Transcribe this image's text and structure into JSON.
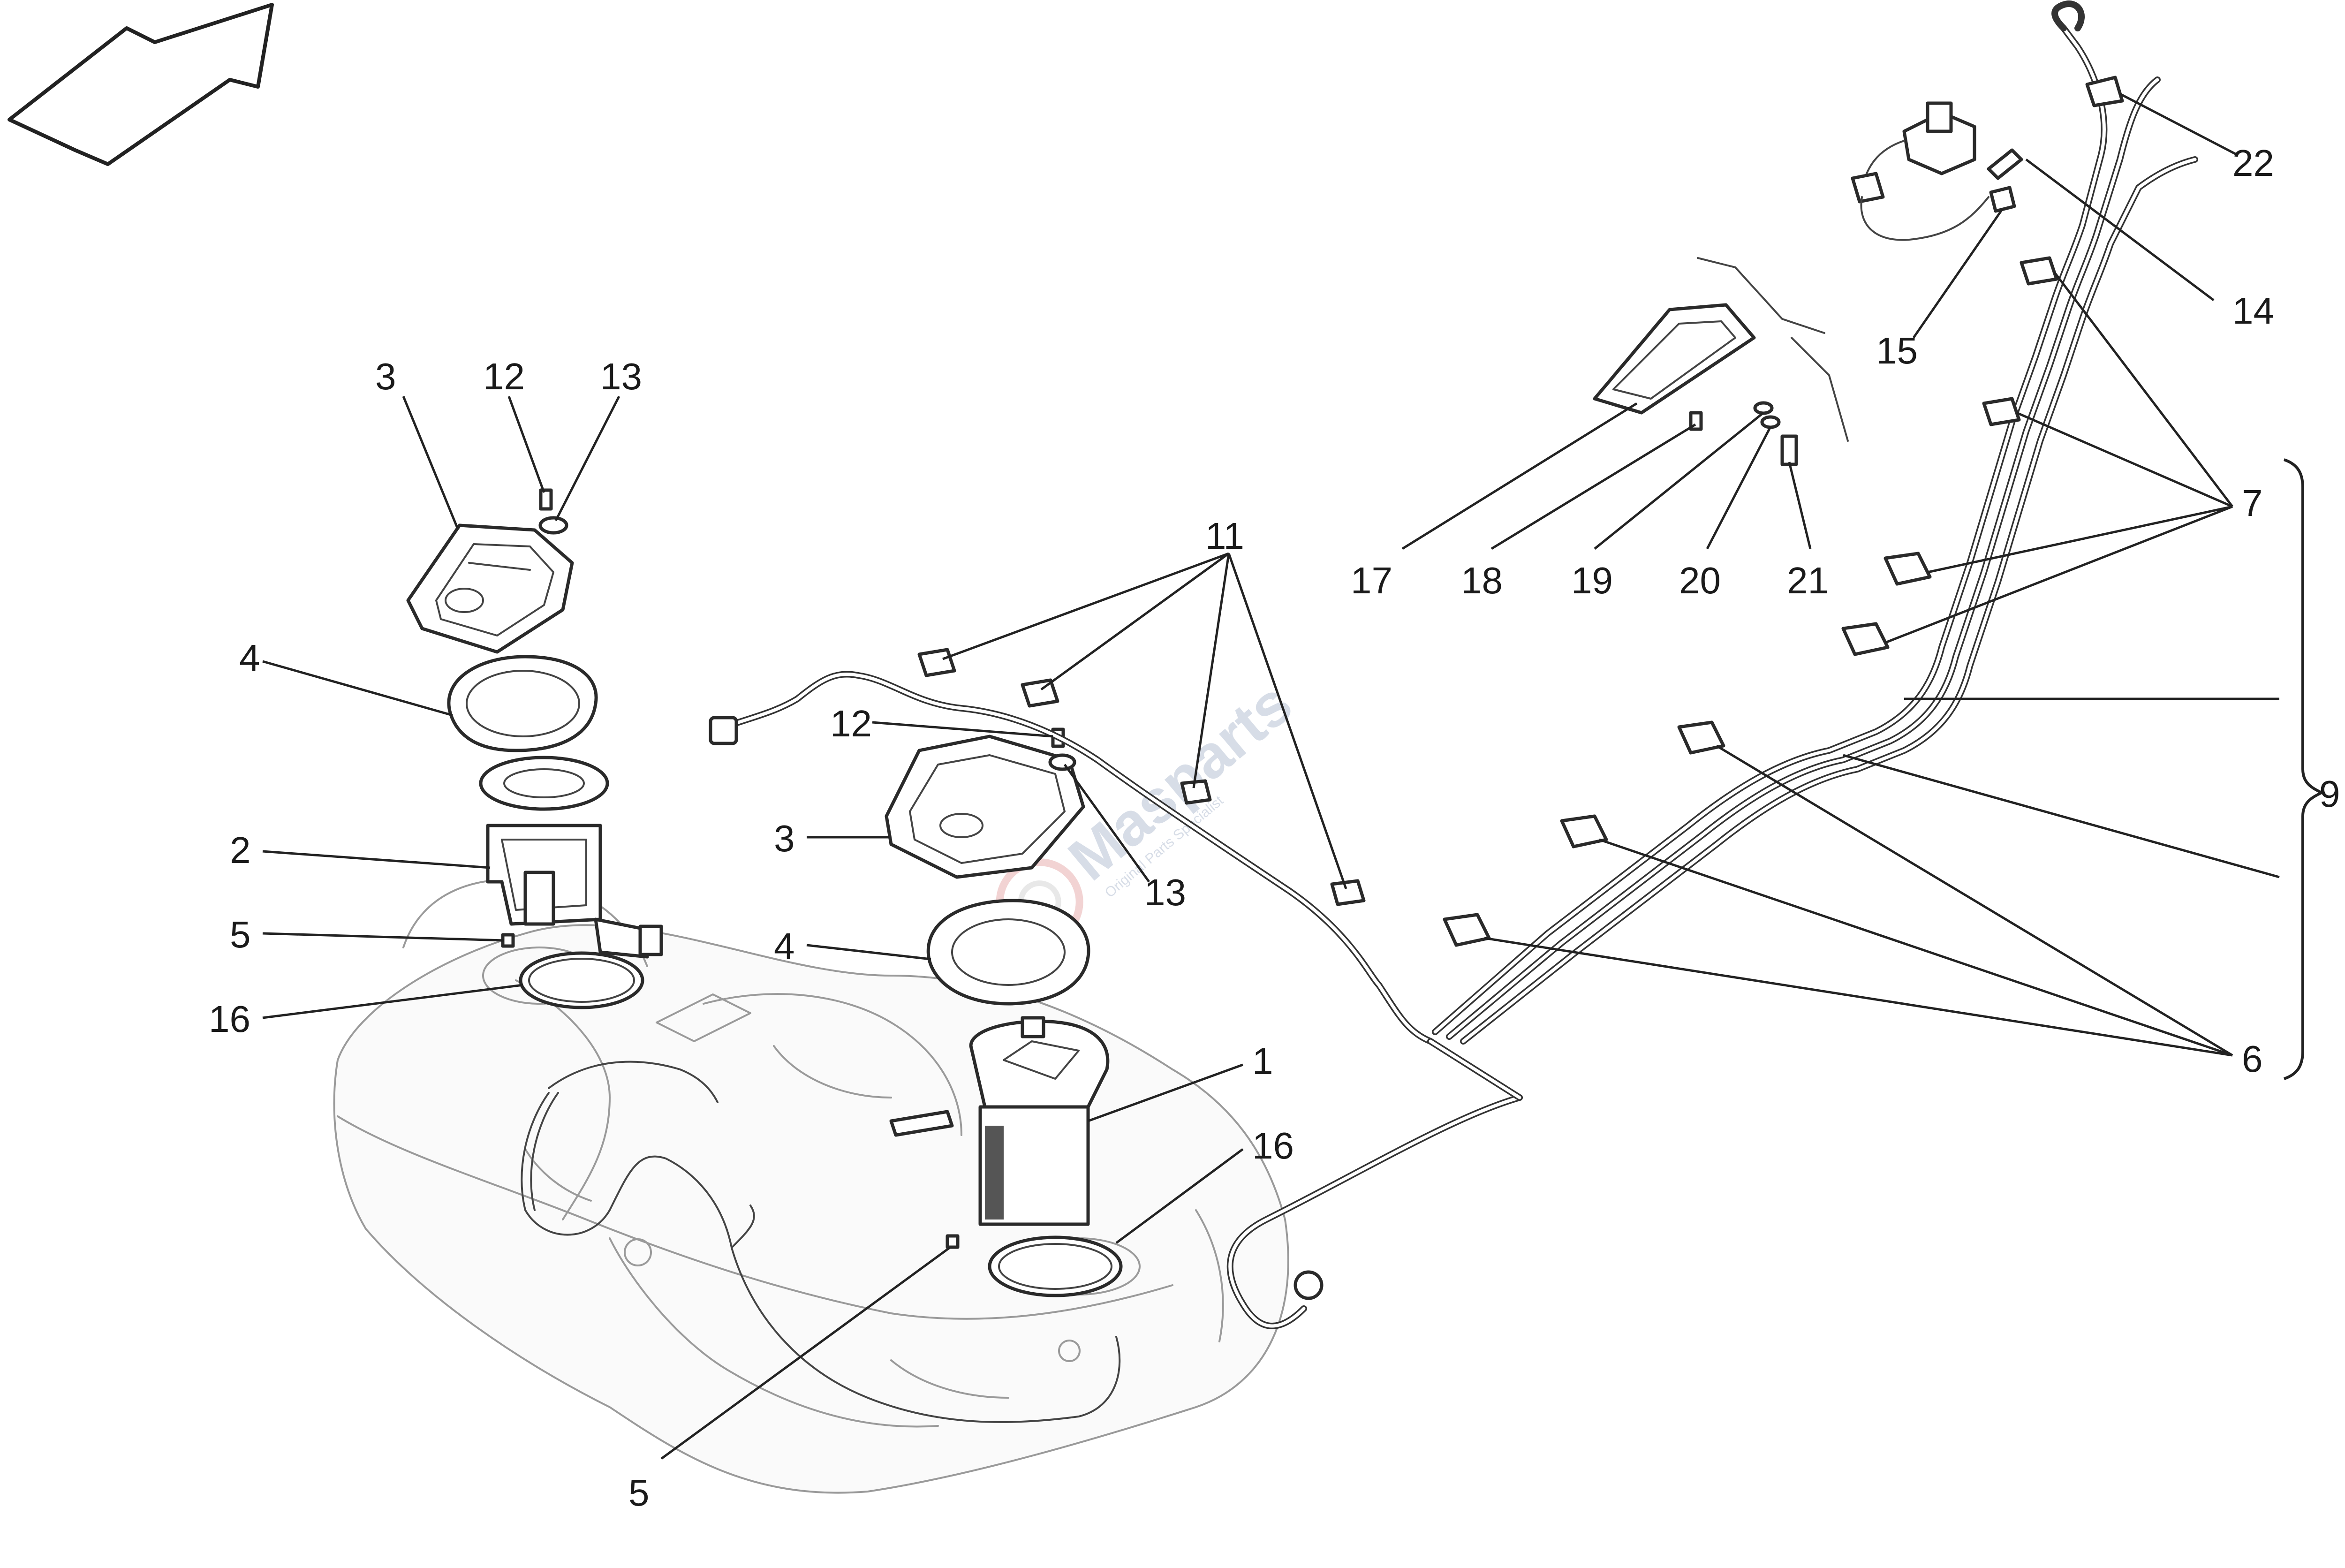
{
  "watermark": {
    "brand": "Masparts",
    "tagline": "Original Parts Specialist"
  },
  "callouts": [
    {
      "id": "c-1",
      "text": "1"
    },
    {
      "id": "c-2",
      "text": "2"
    },
    {
      "id": "c-3a",
      "text": "3"
    },
    {
      "id": "c-3b",
      "text": "3"
    },
    {
      "id": "c-4a",
      "text": "4"
    },
    {
      "id": "c-4b",
      "text": "4"
    },
    {
      "id": "c-5a",
      "text": "5"
    },
    {
      "id": "c-5b",
      "text": "5"
    },
    {
      "id": "c-6",
      "text": "6"
    },
    {
      "id": "c-7",
      "text": "7"
    },
    {
      "id": "c-9",
      "text": "9"
    },
    {
      "id": "c-11",
      "text": "11"
    },
    {
      "id": "c-12a",
      "text": "12"
    },
    {
      "id": "c-12b",
      "text": "12"
    },
    {
      "id": "c-13a",
      "text": "13"
    },
    {
      "id": "c-13b",
      "text": "13"
    },
    {
      "id": "c-14",
      "text": "14"
    },
    {
      "id": "c-15",
      "text": "15"
    },
    {
      "id": "c-16a",
      "text": "16"
    },
    {
      "id": "c-16b",
      "text": "16"
    },
    {
      "id": "c-17",
      "text": "17"
    },
    {
      "id": "c-18",
      "text": "18"
    },
    {
      "id": "c-19",
      "text": "19"
    },
    {
      "id": "c-20",
      "text": "20"
    },
    {
      "id": "c-21",
      "text": "21"
    },
    {
      "id": "c-22",
      "text": "22"
    }
  ],
  "icons": {
    "direction": "direction-arrow-icon"
  }
}
